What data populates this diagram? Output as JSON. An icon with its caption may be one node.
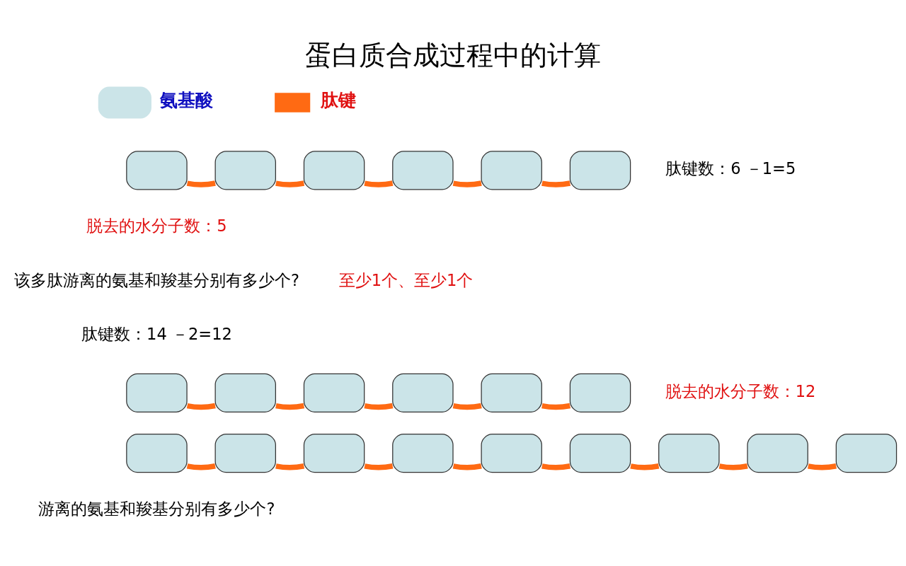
{
  "diagram": {
    "title": "蛋白质合成过程中的计算",
    "nodes": [
      {
        "text": [],
        "shape": "box"
      },
      {
        "text": [],
        "shape": "box"
      },
      {
        "text": [],
        "shape": "box"
      },
      {
        "text": [],
        "shape": "box"
      },
      {
        "text": [],
        "shape": "box"
      },
      {
        "text": [],
        "shape": "box"
      },
      {
        "text": [],
        "shape": "box"
      },
      {
        "text": [],
        "shape": "box"
      },
      {
        "text": [],
        "shape": "box"
      },
      {
        "text": [],
        "shape": "box"
      },
      {
        "text": [],
        "shape": "box"
      },
      {
        "text": [],
        "shape": "box"
      },
      {
        "text": [],
        "shape": "box"
      },
      {
        "text": [],
        "shape": "box"
      },
      {
        "text": [],
        "shape": "box"
      },
      {
        "text": [],
        "shape": "box"
      },
      {
        "text": [],
        "shape": "box"
      },
      {
        "text": [],
        "shape": "box"
      },
      {
        "text": [],
        "shape": "box"
      },
      {
        "text": [],
        "shape": "box"
      },
      {
        "text": [],
        "shape": "box"
      }
    ],
    "edges": [
      {
        "from": 0,
        "to": 1,
        "arrow": "none"
      },
      {
        "from": 1,
        "to": 2,
        "arrow": "none"
      },
      {
        "from": 2,
        "to": 3,
        "arrow": "none"
      },
      {
        "from": 3,
        "to": 4,
        "arrow": "none"
      },
      {
        "from": 4,
        "to": 5,
        "arrow": "none"
      },
      {
        "from": 6,
        "to": 7,
        "arrow": "none"
      },
      {
        "from": 7,
        "to": 8,
        "arrow": "none"
      },
      {
        "from": 8,
        "to": 9,
        "arrow": "none"
      },
      {
        "from": 9,
        "to": 10,
        "arrow": "none"
      },
      {
        "from": 10,
        "to": 11,
        "arrow": "none"
      },
      {
        "from": 12,
        "to": 13,
        "arrow": "none"
      },
      {
        "from": 13,
        "to": 14,
        "arrow": "none"
      },
      {
        "from": 14,
        "to": 15,
        "arrow": "none"
      },
      {
        "from": 15,
        "to": 16,
        "arrow": "none"
      },
      {
        "from": 16,
        "to": 17,
        "arrow": "none"
      },
      {
        "from": 17,
        "to": 18,
        "arrow": "none"
      },
      {
        "from": 18,
        "to": 19,
        "arrow": "none"
      },
      {
        "from": 19,
        "to": 20,
        "arrow": "none"
      }
    ],
    "labels": [
      "肽键数：6 －1=5",
      "脱去的水分子数：5",
      "该多肽游离的氨基和羧基分别有多少个?",
      "至少1个、至少1个",
      "肽键数：14 －2=12",
      "脱去的水分子数：12",
      "游离的氨基和羧基分别有多少个?"
    ],
    "legend": [
      {
        "text": "氨基酸"
      },
      {
        "text": "肽键"
      }
    ]
  }
}
